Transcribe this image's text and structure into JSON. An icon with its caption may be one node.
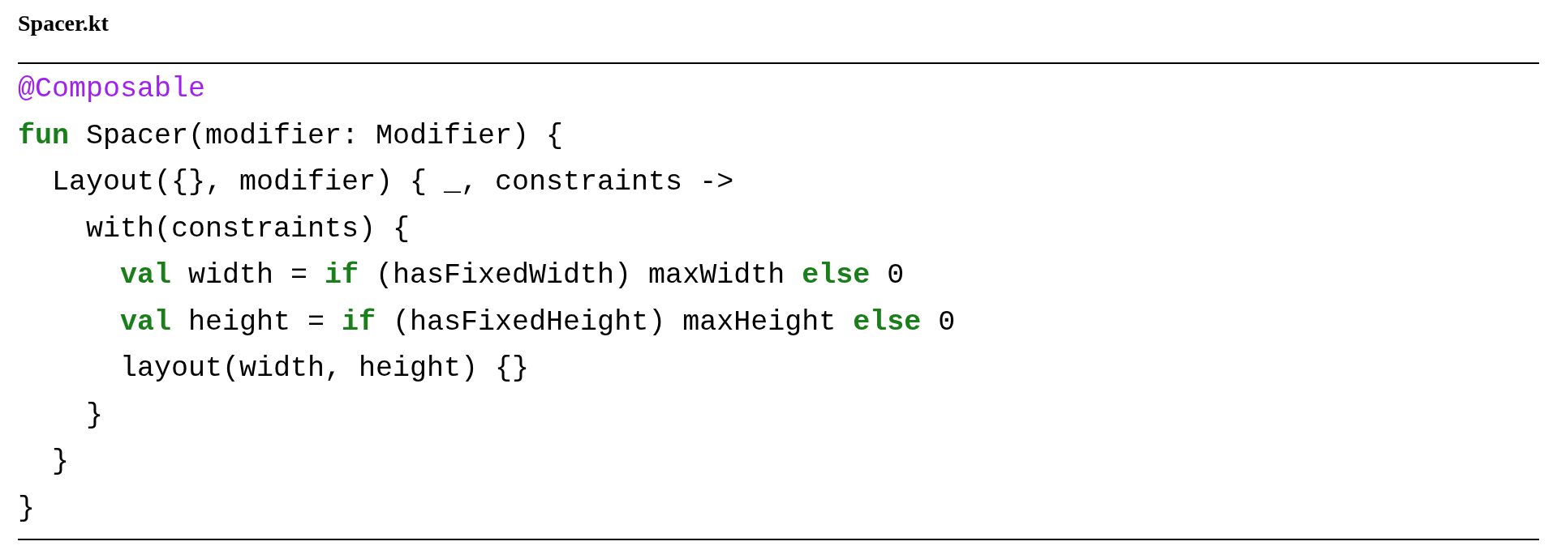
{
  "diagram": {
    "title": "Spacer.kt",
    "labels": [
      "@Composable",
      "**fun** Spacer(modifier: Modifier) {",
      "Layout({}, modifier) { _, constraints ->",
      "with(constraints) {",
      "**val** width = **if** (hasFixedWidth) maxWidth **else** 0",
      "**val** height = **if** (hasFixedHeight) maxHeight **else** 0",
      "layout(width, height) {}",
      "}",
      "}",
      "}"
    ]
  }
}
